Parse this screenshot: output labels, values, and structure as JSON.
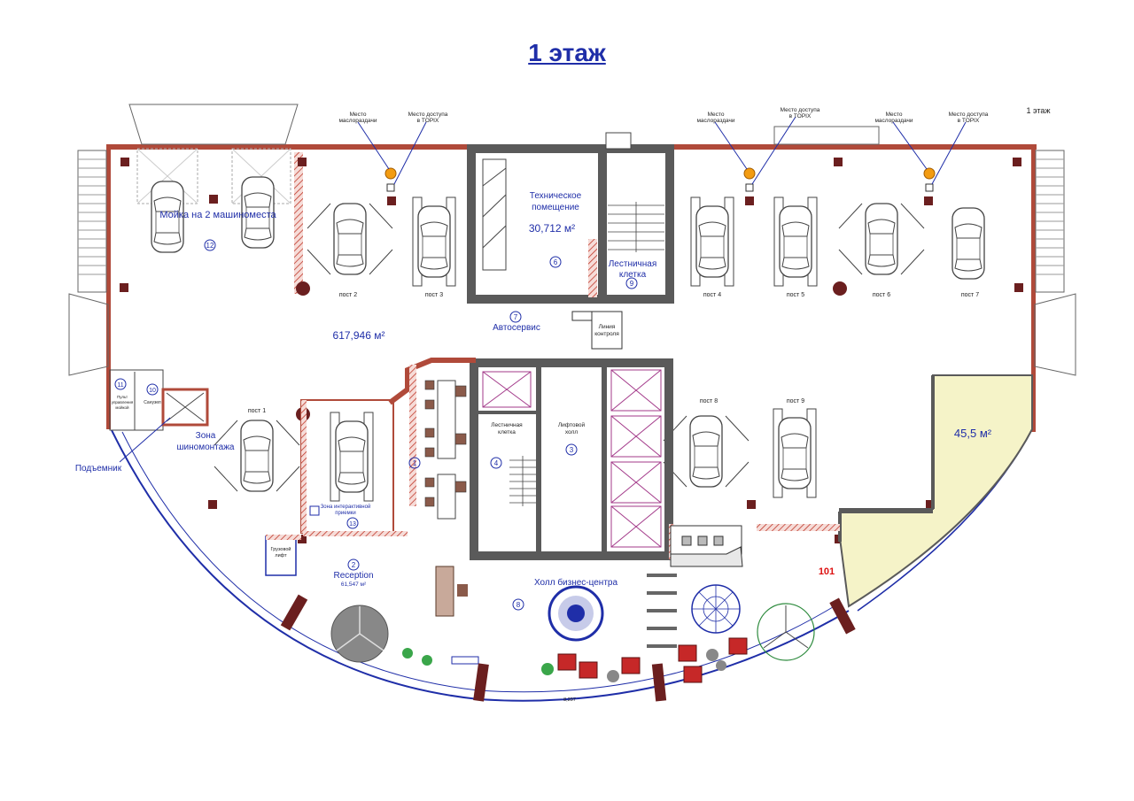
{
  "plan": {
    "title": "1 этаж",
    "floor_label": "1 этаж",
    "rooms": {
      "carwash": "Мойка на 2 машиноместа",
      "carwash_no": "12",
      "tech_room_1": "Техническое",
      "tech_room_2": "помещение",
      "tech_area": "30,712 м²",
      "tech_no": "6",
      "stair_1": "Лестничная",
      "stair_2": "клетка",
      "stair_no": "9",
      "autoservice_no": "7",
      "autoservice": "Автосервис",
      "main_area": "617,946 м²",
      "control_1": "Линия",
      "control_2": "контроля",
      "tire_1": "Зона",
      "tire_2": "шиномонтажа",
      "lift_label": "Подъемник",
      "room_1": "1",
      "stair_small_1": "Лестничная",
      "stair_small_2": "клетка",
      "stair_small_no": "4",
      "lift_hall_1": "Лифтовой",
      "lift_hall_2": "холл",
      "lift_hall_no": "3",
      "reception": "Reception",
      "reception_area": "61,547 м²",
      "reception_no": "2",
      "lobby": "Холл бизнес-центра",
      "lobby_no": "8",
      "office_area": "45,5 м²",
      "office_no": "101",
      "interactive_1": "Зона интерактивной",
      "interactive_2": "приемки",
      "interactive_no": "13",
      "wc_no": "10",
      "wc": "Санузел",
      "control_room_no": "11",
      "control_room_1": "Пульт",
      "control_room_2": "управления",
      "control_room_3": "мойкой",
      "freight_1": "Грузовой",
      "freight_2": "лифт",
      "dimension": "8,297"
    },
    "posts": [
      "пост 1",
      "пост 2",
      "пост 3",
      "пост 4",
      "пост 5",
      "пост 6",
      "пост 7",
      "пост 8",
      "пост 9"
    ],
    "callouts": {
      "oil_1": "Место",
      "oil_2": "маслораздачи",
      "topix_1": "Место доступа",
      "topix_2": "в TOPIX"
    },
    "colors": {
      "labels": "#1f2ea8",
      "walls": "#5a5a5a",
      "hatch": "#c0392b",
      "office_fill": "#f5f3c8",
      "glass": "#1f2ea8",
      "columns": "#6b1f1f"
    }
  }
}
